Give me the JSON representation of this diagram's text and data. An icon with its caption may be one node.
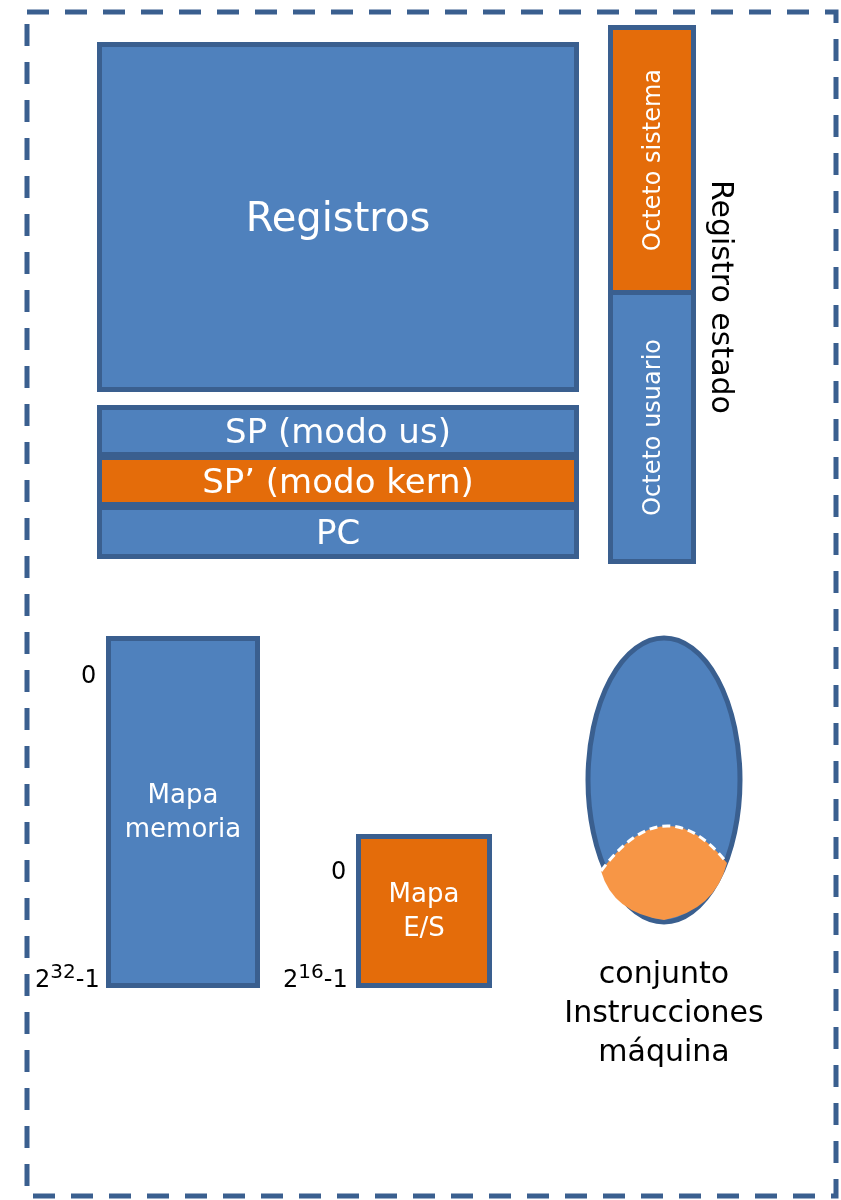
{
  "diagram": {
    "nodes": [
      {
        "text": [
          "Registros"
        ]
      },
      {
        "text": [
          "SP (modo us)"
        ]
      },
      {
        "text": [
          "SP’ (modo kern)"
        ]
      },
      {
        "text": [
          "PC"
        ]
      },
      {
        "text": [
          "Registro estado"
        ]
      },
      {
        "text": [
          "Octeto sistema"
        ],
        "in": 4
      },
      {
        "text": [
          "Octeto usuario"
        ],
        "in": 4
      },
      {
        "text": [
          "Mapa memoria"
        ],
        "beside": [
          "0",
          "2$^{32}$-1"
        ]
      },
      {
        "text": [
          "Mapa E/S"
        ],
        "beside": [
          "0",
          "2$^{16}$-1"
        ]
      },
      {
        "text": [],
        "shape": "ellipse",
        "beside": [
          "conjunto Instrucciones máquina"
        ]
      }
    ],
    "edges": []
  }
}
